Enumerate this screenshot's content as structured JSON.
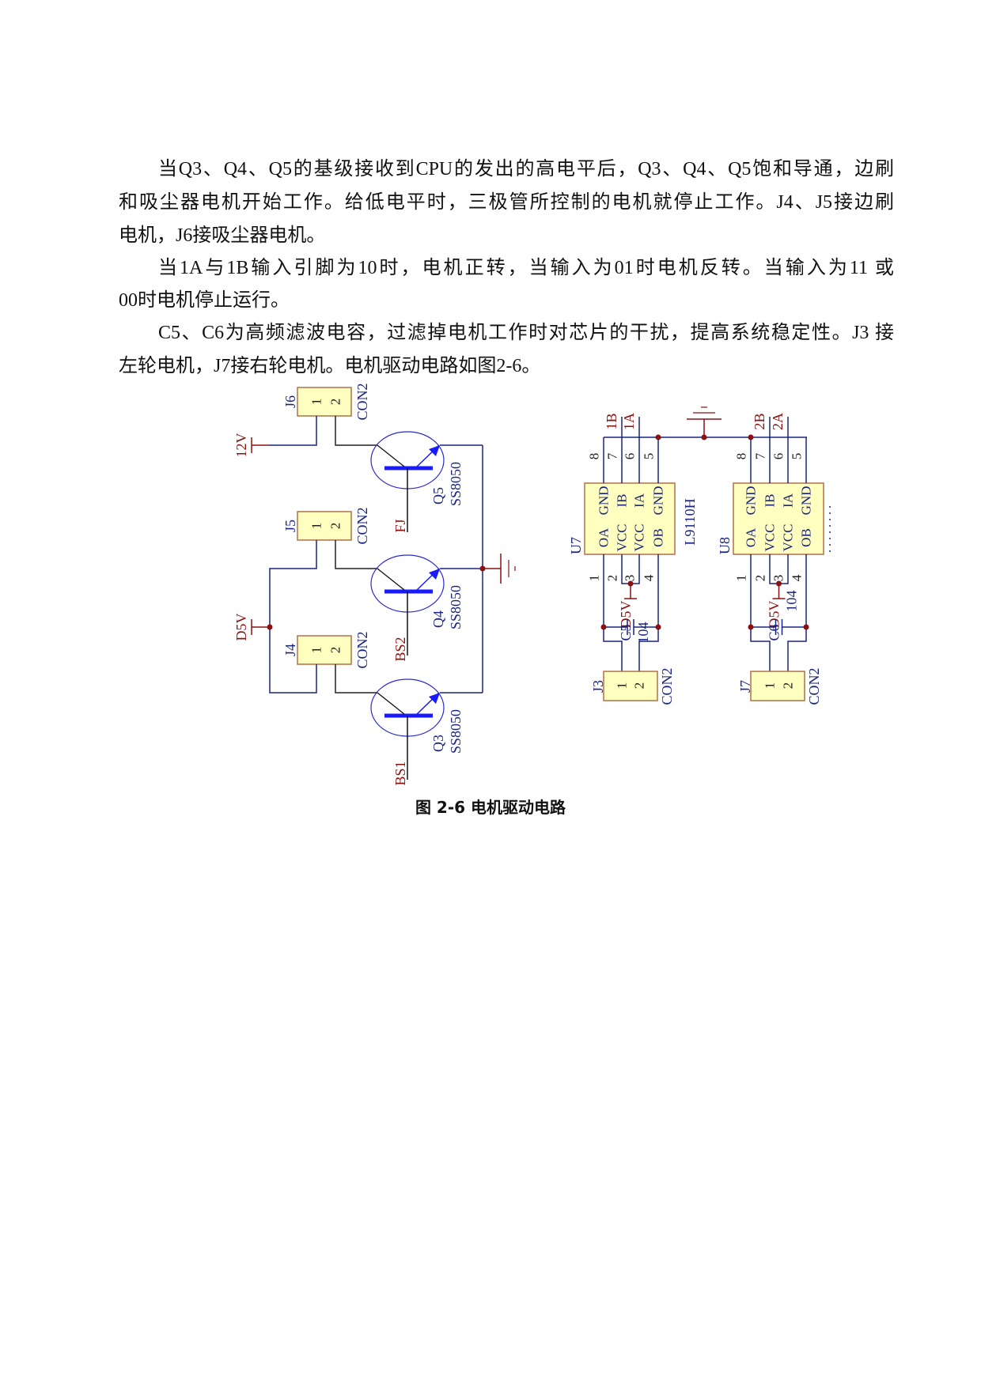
{
  "body": {
    "paragraphs": [
      {
        "lines": [
          "当Q3、Q4、Q5的基级接收到CPU的发出的高电平后，Q3、Q4、Q5饱和导通，边刷",
          "和吸尘器电机开始工作。给低电平时，三极管所控制的电机就停止工作。J4、J5接边刷",
          "电机，J6接吸尘器电机。"
        ]
      },
      {
        "lines": [
          "当1A与1B输入引脚为10时，电机正转，当输入为01时电机反转。当输入为11 或",
          "00时电机停止运行。"
        ]
      },
      {
        "lines": [
          "C5、C6为高频滤波电容，过滤掉电机工作时对芯片的干扰，提高系统稳定性。J3 接",
          "左轮电机，J7接右轮电机。电机驱动电路如图2-6。"
        ]
      }
    ]
  },
  "figure": {
    "caption": "图 2-6 电机驱动电路",
    "colors": {
      "wire_blue": "#1a237e",
      "net_red": "#8b1010",
      "component_fill": "#ffffc0",
      "transistor": "#1a1aff"
    },
    "left": {
      "connectors": [
        {
          "ref": "J6",
          "type": "CON2",
          "pin1": "1",
          "pin2": "2"
        },
        {
          "ref": "J5",
          "type": "CON2",
          "pin1": "1",
          "pin2": "2"
        },
        {
          "ref": "J4",
          "type": "CON2",
          "pin1": "1",
          "pin2": "2"
        }
      ],
      "transistors": [
        {
          "ref": "Q5",
          "part": "SS8050",
          "base_net": "FJ"
        },
        {
          "ref": "Q4",
          "part": "SS8050",
          "base_net": "BS2"
        },
        {
          "ref": "Q3",
          "part": "SS8050",
          "base_net": "BS1"
        }
      ],
      "power_12v": "12V",
      "power_d5v": "D5V"
    },
    "right": {
      "ics": [
        {
          "ref": "U7",
          "part": "L9110H",
          "pins_top": [
            "8",
            "7",
            "6",
            "5"
          ],
          "pins_bottom": [
            "1",
            "2",
            "3",
            "4"
          ],
          "labels_top": [
            "GND",
            "IB",
            "IA",
            "GND"
          ],
          "labels_bottom": [
            "OA",
            "VCC",
            "VCC",
            "OB"
          ],
          "net_b": "1B",
          "net_a": "1A",
          "power": "D5V",
          "cap_ref": "C5",
          "cap_value": "104"
        },
        {
          "ref": "U8",
          "pins_top": [
            "8",
            "7",
            "6",
            "5"
          ],
          "pins_bottom": [
            "1",
            "2",
            "3",
            "4"
          ],
          "labels_top": [
            "GND",
            "IB",
            "IA",
            "GND"
          ],
          "labels_bottom": [
            "OA",
            "VCC",
            "VCC",
            "OB"
          ],
          "net_b": "2B",
          "net_a": "2A",
          "power": "D5V",
          "cap_ref": "C6",
          "cap_value": "104"
        }
      ],
      "connectors": [
        {
          "ref": "J3",
          "type": "CON2",
          "pin1": "1",
          "pin2": "2"
        },
        {
          "ref": "J7",
          "type": "CON2",
          "pin1": "1",
          "pin2": "2"
        }
      ]
    }
  }
}
